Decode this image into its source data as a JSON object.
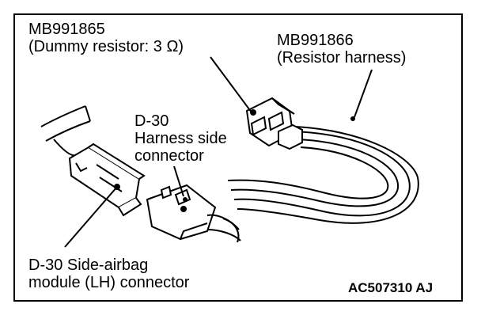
{
  "labels": {
    "dummy_resistor_code": "MB991865",
    "dummy_resistor_desc": "(Dummy resistor: 3 Ω)",
    "resistor_harness_code": "MB991866",
    "resistor_harness_desc": "(Resistor harness)",
    "harness_side_connector_id": "D-30",
    "harness_side_connector_line1": "Harness side",
    "harness_side_connector_line2": "connector",
    "airbag_connector_line1": "D-30 Side-airbag",
    "airbag_connector_line2": "module (LH) connector",
    "figure_code": "AC507310 AJ"
  },
  "colors": {
    "line": "#000000",
    "background": "#ffffff"
  }
}
